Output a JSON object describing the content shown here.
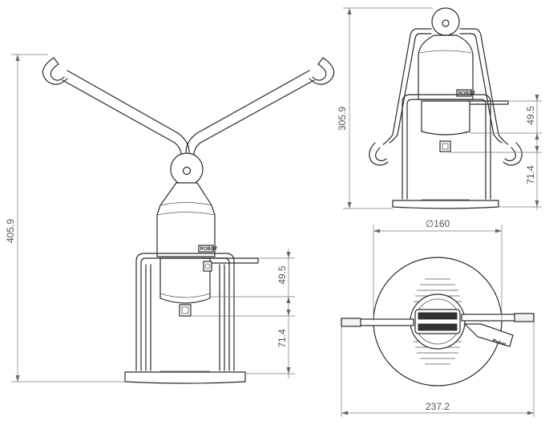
{
  "dimensions": {
    "front_total_height": "405.9",
    "front_upper": "49.5",
    "front_lower": "71.4",
    "side_total_height": "305.9",
    "side_upper": "49.5",
    "side_lower": "71.4",
    "top_diameter": "∅160",
    "top_width": "237.2"
  },
  "labels": {
    "base_brand": "Robot"
  }
}
